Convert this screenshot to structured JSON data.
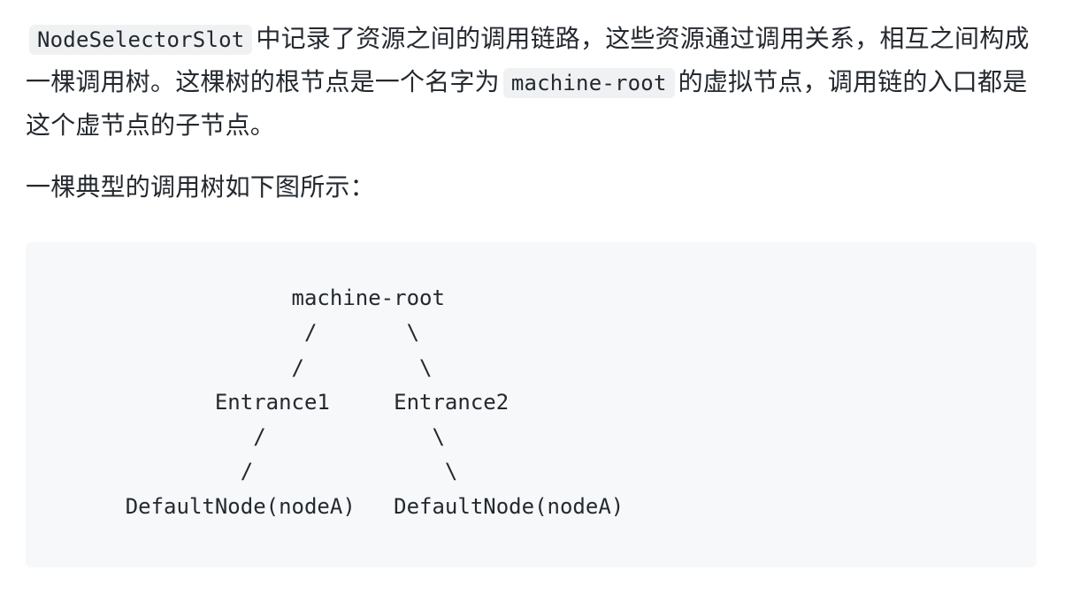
{
  "paragraph1": {
    "code_selector_slot": "NodeSelectorSlot",
    "text_part1": "中记录了资源之间的调用链路，这些资源通过调用关系，相互之间构成一棵调用树。这棵树的根节点是一个名字为",
    "code_machine_root": "machine-root",
    "text_part2": "的虚拟节点，调用链的入口都是这个虚节点的子节点。"
  },
  "paragraph2": {
    "text": "一棵典型的调用树如下图所示："
  },
  "code_block": {
    "content": "                   machine-root\n                    /       \\\n                   /         \\\n             Entrance1     Entrance2\n                /             \\\n               /               \\\n      DefaultNode(nodeA)   DefaultNode(nodeA)"
  }
}
